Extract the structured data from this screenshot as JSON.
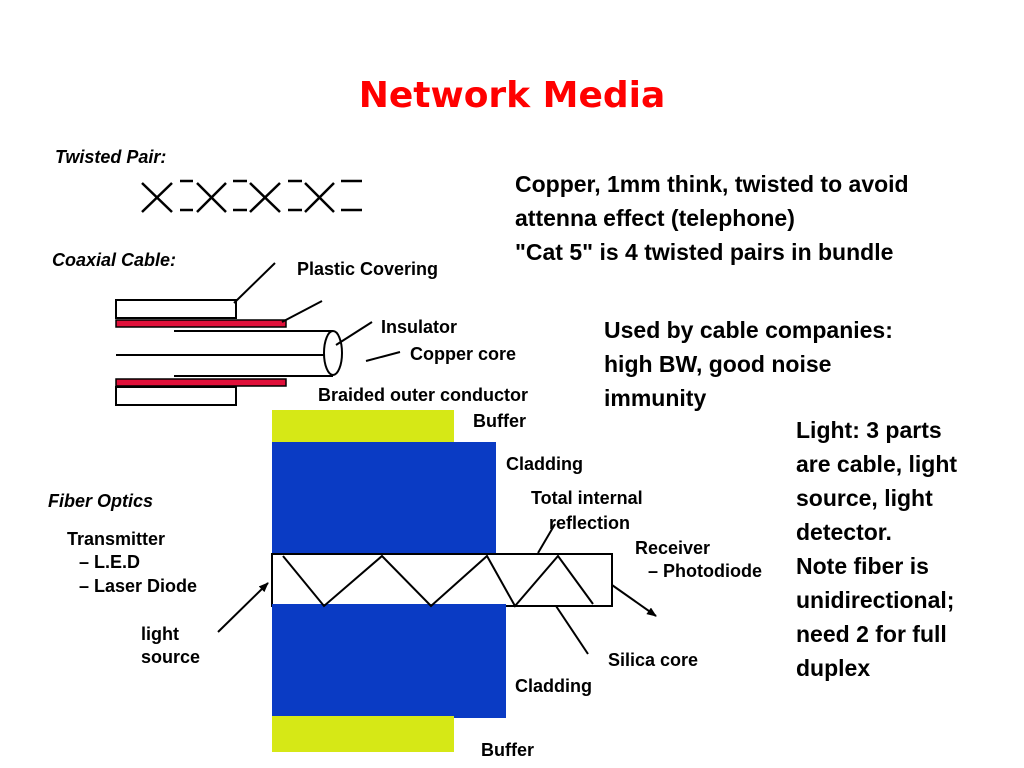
{
  "title": "Network Media",
  "sections": {
    "twisted_pair": "Twisted Pair:",
    "coaxial": "Coaxial Cable:",
    "fiber": "Fiber Optics"
  },
  "coax_labels": {
    "plastic_covering": "Plastic Covering",
    "insulator": "Insulator",
    "copper_core": "Copper core",
    "braided_outer": "Braided outer conductor"
  },
  "fiber_labels": {
    "buffer_top": "Buffer",
    "cladding_top": "Cladding",
    "total_internal_line1": "Total internal",
    "total_internal_line2": "reflection",
    "receiver": "Receiver",
    "photodiode": "– Photodiode",
    "transmitter": "Transmitter",
    "led": "– L.E.D",
    "laser": "– Laser Diode",
    "light_source_line1": "light",
    "light_source_line2": "source",
    "silica_core": "Silica core",
    "cladding_bottom": "Cladding",
    "buffer_bottom": "Buffer"
  },
  "descriptions": {
    "twisted_pair": [
      "Copper, 1mm think, twisted to avoid",
      "attenna effect (telephone)",
      "\"Cat 5\" is 4 twisted pairs in bundle"
    ],
    "coaxial": [
      "Used by cable companies:",
      "high BW, good noise",
      "immunity"
    ],
    "fiber": [
      "Light: 3 parts",
      "are cable, light",
      "source, light",
      "detector.",
      "Note fiber is",
      "unidirectional;",
      "need 2 for full",
      "duplex"
    ]
  },
  "colors": {
    "title": "#ff0000",
    "buffer": "#d6e816",
    "cladding": "#0a3bc4",
    "coax_braid": "#e0103a"
  }
}
